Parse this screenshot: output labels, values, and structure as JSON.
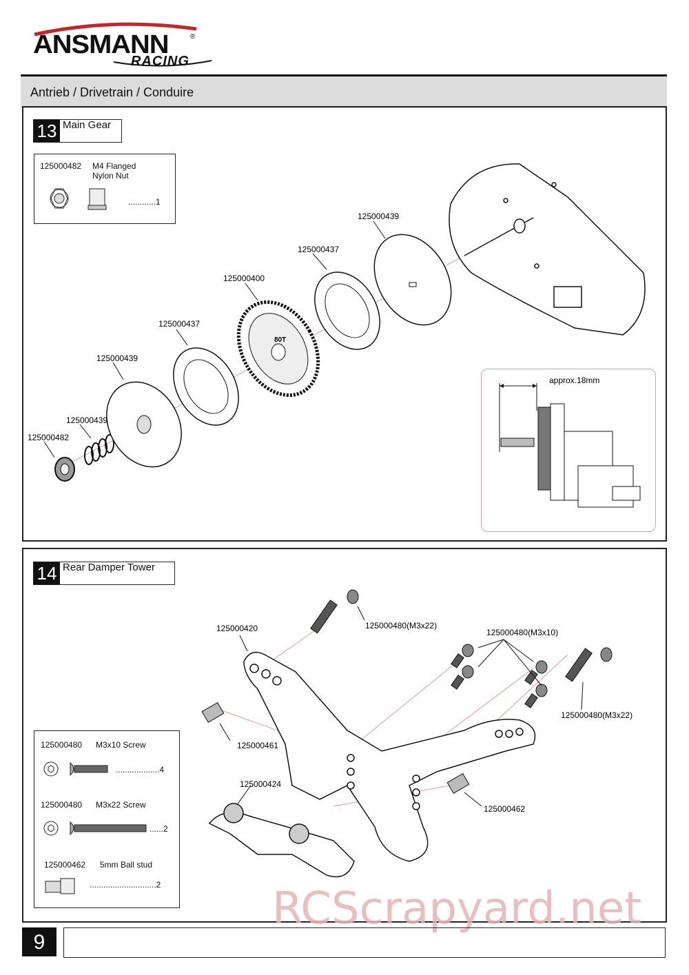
{
  "brand": {
    "name": "ANSMANN",
    "sub": "RACING",
    "reg": "®"
  },
  "header": {
    "title": "Antrieb / Drivetrain /  Conduire"
  },
  "step13": {
    "number": "13",
    "title": "Main Gear",
    "parts": [
      {
        "code": "125000482",
        "name_line1": "M4 Flanged",
        "name_line2": "Nylon Nut",
        "qty": "............1"
      }
    ],
    "labels": {
      "l1": "125000439",
      "l2": "125000437",
      "l3": "125000400",
      "l4": "125000437",
      "l5": "125000439",
      "l6": "125000439",
      "l7": "125000482"
    },
    "gear_text": "80T",
    "inset_label": "approx.18mm"
  },
  "step14": {
    "number": "14",
    "title": "Rear Damper Tower",
    "parts": [
      {
        "code": "125000480",
        "name": "M3x10 Screw",
        "qty": "...................4"
      },
      {
        "code": "125000480",
        "name": "M3x22 Screw",
        "qty": "......2"
      },
      {
        "code": "125000462",
        "name": "5mm Ball stud",
        "qty": ".............................2"
      }
    ],
    "labels": {
      "a": "125000420",
      "b": "125000480(M3x22)",
      "c": "125000480(M3x10)",
      "d": "125000461",
      "e": "125000480(M3x22)",
      "f": "125000424",
      "g": "125000462"
    }
  },
  "footer": {
    "page": "9"
  },
  "watermark": "RCScrapyard.net"
}
